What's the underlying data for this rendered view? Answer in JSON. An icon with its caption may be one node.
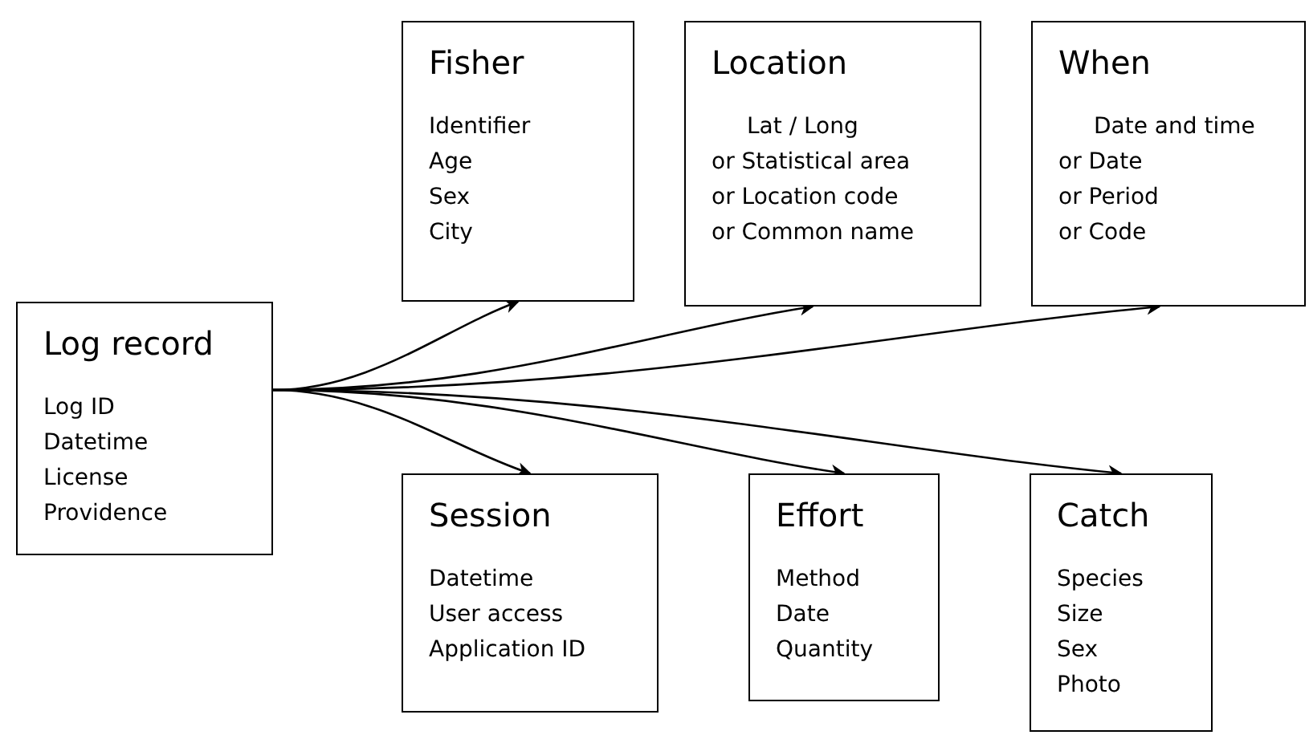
{
  "diagram": {
    "nodes": [
      {
        "text": [
          "Log record",
          "Log ID",
          "Datetime",
          "License",
          "Providence"
        ]
      },
      {
        "text": [
          "Fisher",
          "Identifier",
          "Age",
          "Sex",
          "City"
        ]
      },
      {
        "text": [
          "Location",
          "Lat / Long",
          "or Statistical area",
          "or Location code",
          "or Common name"
        ]
      },
      {
        "text": [
          "When",
          "Date and time",
          "or Date",
          "or Period",
          "or Code"
        ]
      },
      {
        "text": [
          "Session",
          "Datetime",
          "User access",
          "Application ID"
        ]
      },
      {
        "text": [
          "Effort",
          "Method",
          "Date",
          "Quantity"
        ]
      },
      {
        "text": [
          "Catch",
          "Species",
          "Size",
          "Sex",
          "Photo"
        ]
      }
    ],
    "edges": [
      {
        "from": 0,
        "to": 1,
        "arrow": "to"
      },
      {
        "from": 0,
        "to": 2,
        "arrow": "to"
      },
      {
        "from": 0,
        "to": 3,
        "arrow": "to"
      },
      {
        "from": 0,
        "to": 4,
        "arrow": "to"
      },
      {
        "from": 0,
        "to": 5,
        "arrow": "to"
      },
      {
        "from": 0,
        "to": 6,
        "arrow": "to"
      }
    ]
  }
}
